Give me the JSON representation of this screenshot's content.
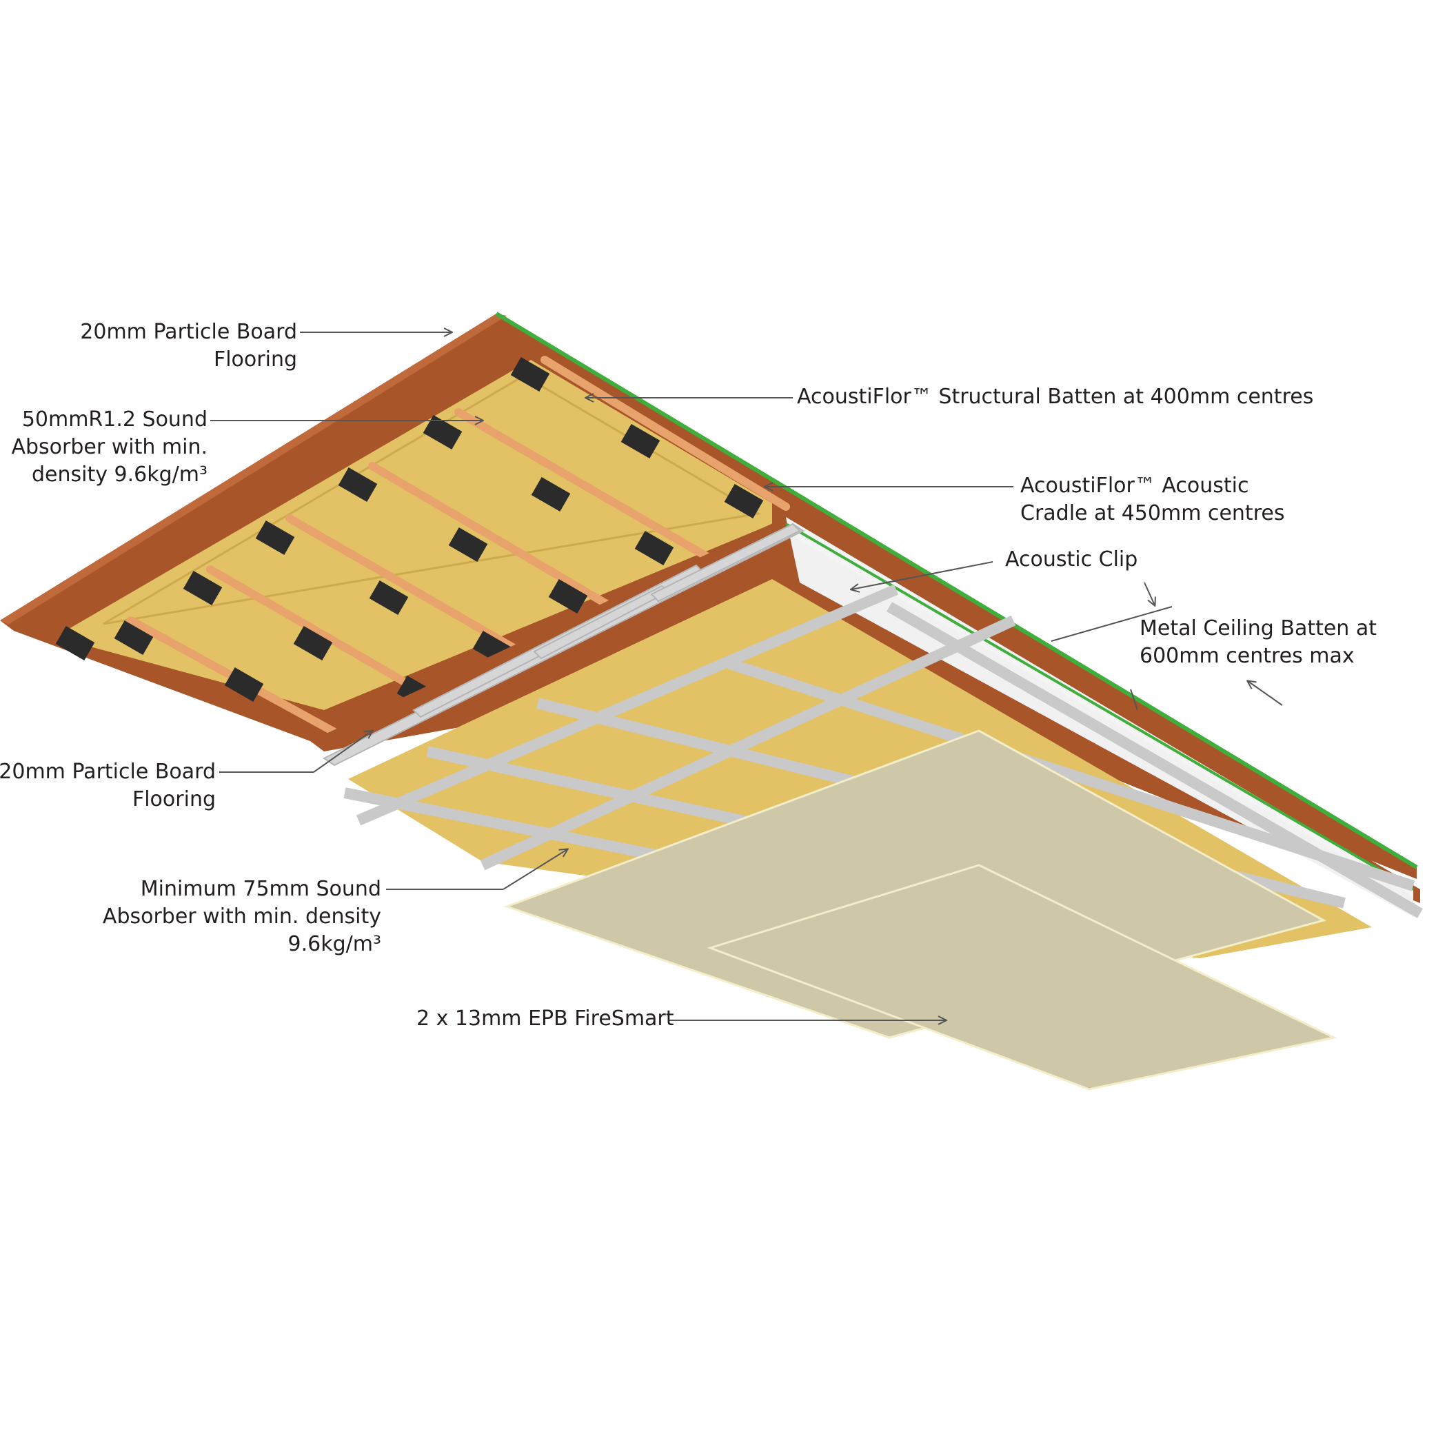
{
  "labels": {
    "top_flooring": {
      "line1": "20mm Particle Board",
      "line2": "Flooring"
    },
    "sound_absorber_50": {
      "line1": "50mmR1.2 Sound",
      "line2": "Absorber with min.",
      "line3": "density 9.6kg/m³"
    },
    "structural_batten": {
      "text": "AcoustiFlor™ Structural Batten at 400mm centres"
    },
    "acoustic_cradle": {
      "line1": "AcoustiFlor™ Acoustic",
      "line2": "Cradle at 450mm centres"
    },
    "acoustic_clip": {
      "text": "Acoustic Clip"
    },
    "metal_batten": {
      "line1": "Metal Ceiling Batten at",
      "line2": "600mm centres max"
    },
    "lower_flooring": {
      "line1": "20mm Particle Board",
      "line2": "Flooring"
    },
    "sound_absorber_75": {
      "line1": "Minimum 75mm Sound",
      "line2": "Absorber with min. density",
      "line3": "9.6kg/m³"
    },
    "plasterboard": {
      "text": "2 x 13mm EPB FireSmart"
    }
  },
  "colors": {
    "particle_board": "#a8552a",
    "particle_board_top": "#c0693a",
    "green_membrane": "#3fae3c",
    "insulation": "#e2c265",
    "insulation_edge": "#cfa94d",
    "timber_batten": "#e8a36c",
    "cradle": "#2b2b2b",
    "joist": "#d6d6d6",
    "metal_batten": "#c9c9c9",
    "plasterboard": "#cfc8a8",
    "plasterboard_edge": "#f3edc9",
    "leader_line": "#555555",
    "text": "#231f20"
  },
  "icons": [
    "leader-arrow-icon"
  ]
}
